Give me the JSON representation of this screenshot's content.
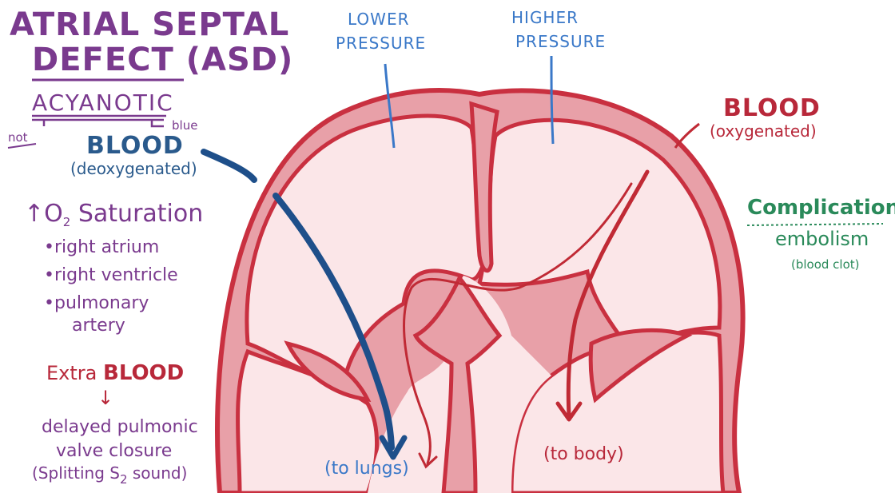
{
  "title": {
    "line1": "ATRIAL SEPTAL",
    "line2": "DEFECT (ASD)"
  },
  "classification": {
    "word": "ACYANOTIC",
    "not_note": "not",
    "blue_note": "blue"
  },
  "deoxy": {
    "label": "BLOOD",
    "sub": "(deoxygenated)"
  },
  "saturation": {
    "arrow": "↑",
    "o": "O",
    "o_sub": "2",
    "word": "Saturation",
    "items": [
      "•right atrium",
      "•right ventricle",
      "•pulmonary",
      "artery"
    ]
  },
  "extra": {
    "word1": "Extra",
    "word2": "BLOOD",
    "arrow": "↓",
    "line1": "delayed pulmonic",
    "line2": "valve closure",
    "line3a": "(Splitting S",
    "line3_sub": "2",
    "line3b": " sound)"
  },
  "pressure_low": {
    "line1": "LOWER",
    "line2": "PRESSURE"
  },
  "pressure_high": {
    "line1": "HIGHER",
    "line2": "PRESSURE"
  },
  "oxy": {
    "label": "BLOOD",
    "sub": "(oxygenated)"
  },
  "complication": {
    "label": "Complication:",
    "value": "embolism",
    "note": "(blood clot)"
  },
  "to_lungs": "(to lungs)",
  "to_body": "(to body)",
  "colors": {
    "wall": "#c93040",
    "wall_fill": "#e8a0a8",
    "chamber": "#fbe6e8",
    "deoxy_arrow": "#1e4f8a",
    "oxy_arrow": "#c02a35",
    "pressure_line": "#3a78c8"
  }
}
